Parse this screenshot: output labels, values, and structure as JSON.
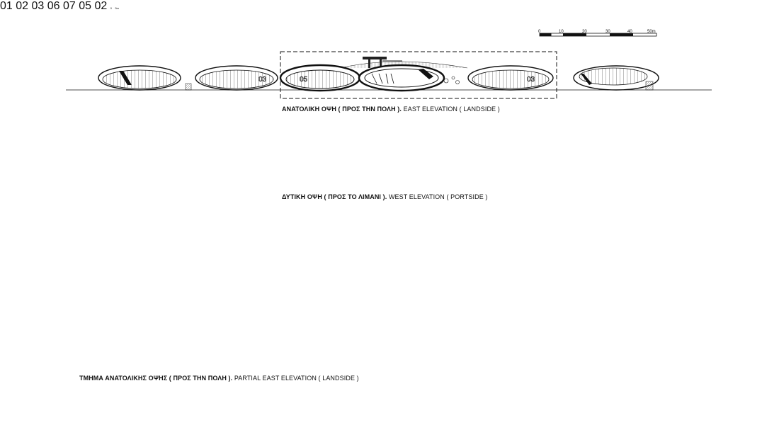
{
  "drawings": [
    {
      "id": "east",
      "caption_greek": "ΑΝΑΤΟΛΙΚΗ ΟΨΗ ( ΠΡΟΣ ΤΗΝ ΠΟΛΗ ).",
      "caption_english": "EAST ELEVATION ( LANDSIDE )",
      "shell_numbers": [
        "",
        "03",
        "05",
        "",
        "03",
        ""
      ]
    },
    {
      "id": "west",
      "caption_greek": "ΔΥΤΙΚΗ ΟΨΗ ( ΠΡΟΣ ΤΟ ΛΙΜΑΝΙ ).",
      "caption_english": "WEST ELEVATION ( PORTSIDE )",
      "shell_numbers": [
        "01",
        "02",
        "03",
        "",
        "06",
        "07"
      ]
    },
    {
      "id": "partial-east",
      "caption_greek": "ΤΜΗΜΑ ΑΝΑΤΟΛΙΚΗΣ ΟΨΗΣ ( ΠΡΟΣ ΤΗΝ ΠΟΛΗ ).",
      "caption_english": "PARTIAL EAST ELEVATION ( LANDSIDE )",
      "shell_numbers": [
        "05",
        "",
        "02"
      ]
    }
  ],
  "scale_bar": {
    "labels": [
      "0",
      "10",
      "20",
      "30",
      "40",
      "50m"
    ]
  },
  "scale_bar_small": {
    "labels": [
      "0",
      "",
      "",
      "",
      "",
      "5m"
    ]
  }
}
